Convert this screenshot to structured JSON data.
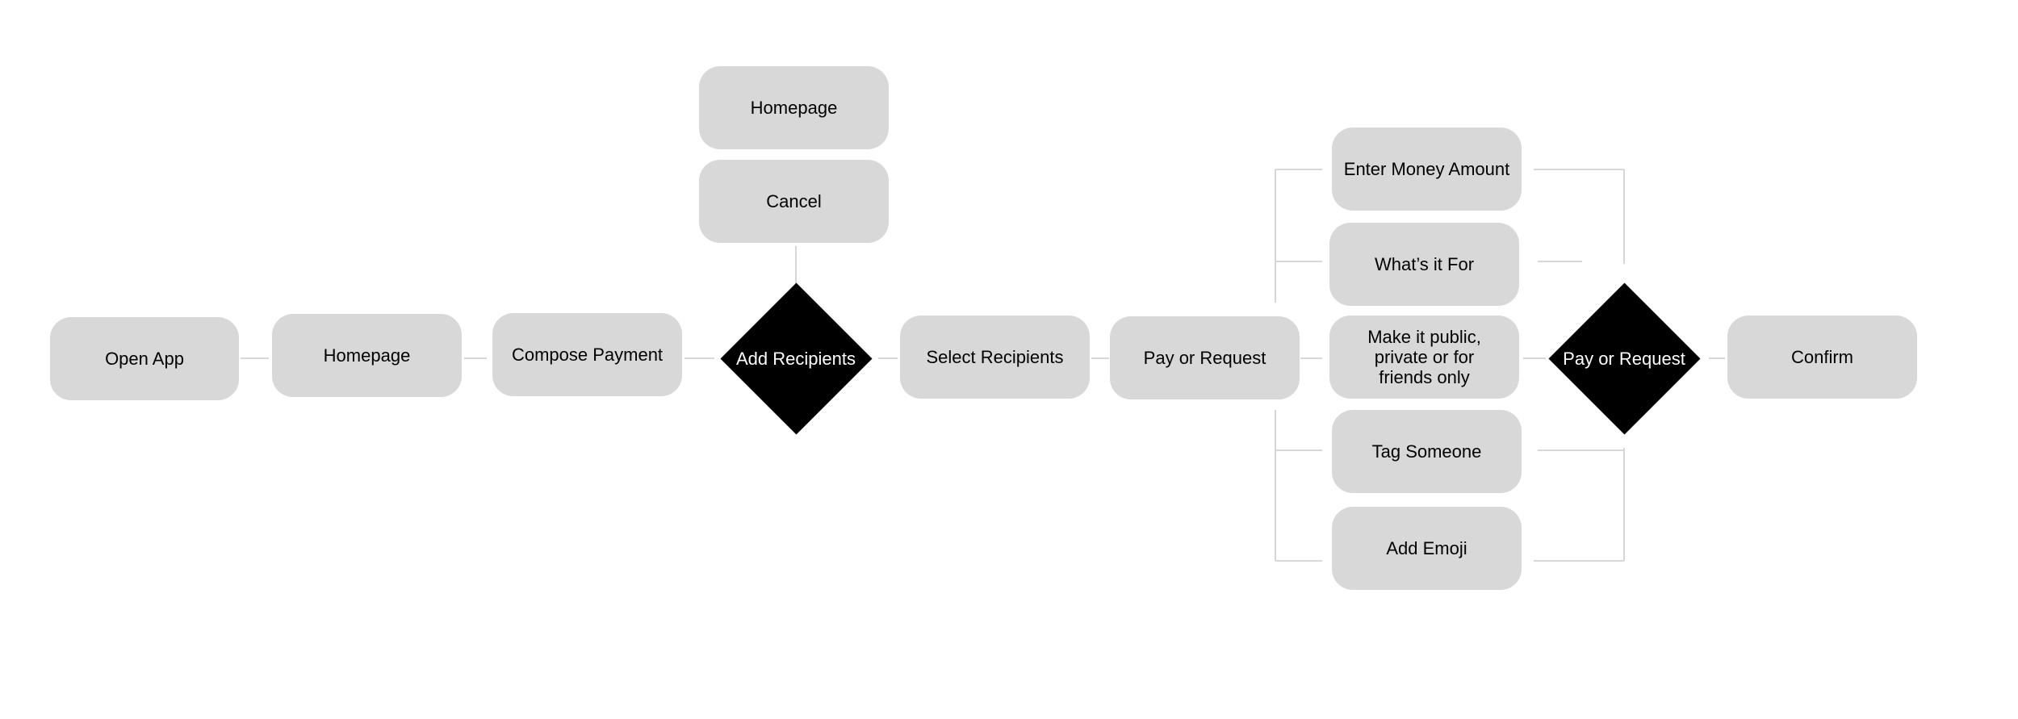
{
  "diagram": {
    "nodes": {
      "open_app": "Open App",
      "homepage": "Homepage",
      "compose_payment": "Compose Payment",
      "homepage_exit": "Homepage",
      "cancel": "Cancel",
      "select_recipients": "Select Recipients",
      "pay_or_request": "Pay or Request",
      "enter_money_amount": "Enter Money Amount",
      "whats_it_for": "What’s it For",
      "make_public": "Make it public, private or for friends only",
      "tag_someone": "Tag Someone",
      "add_emoji": "Add Emoji",
      "confirm": "Confirm"
    },
    "decisions": {
      "add_recipients": "Add Recipients",
      "pay_or_request": "Pay or Request"
    }
  },
  "colors": {
    "box_fill": "#d8d8d8",
    "diamond_fill": "#000000",
    "connector": "#cccccc",
    "text": "#000000",
    "diamond_text": "#ffffff"
  }
}
